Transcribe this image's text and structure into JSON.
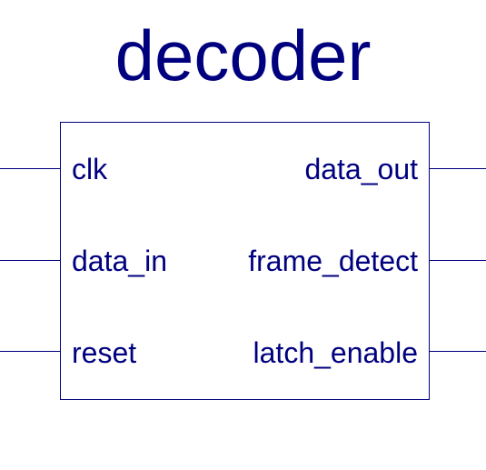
{
  "block": {
    "name": "decoder"
  },
  "ports": {
    "inputs": [
      "clk",
      "data_in",
      "reset"
    ],
    "outputs": [
      "data_out",
      "frame_detect",
      "latch_enable"
    ]
  },
  "colors": {
    "line": "#00007f",
    "text": "#00007f",
    "background": "#ffffff"
  }
}
